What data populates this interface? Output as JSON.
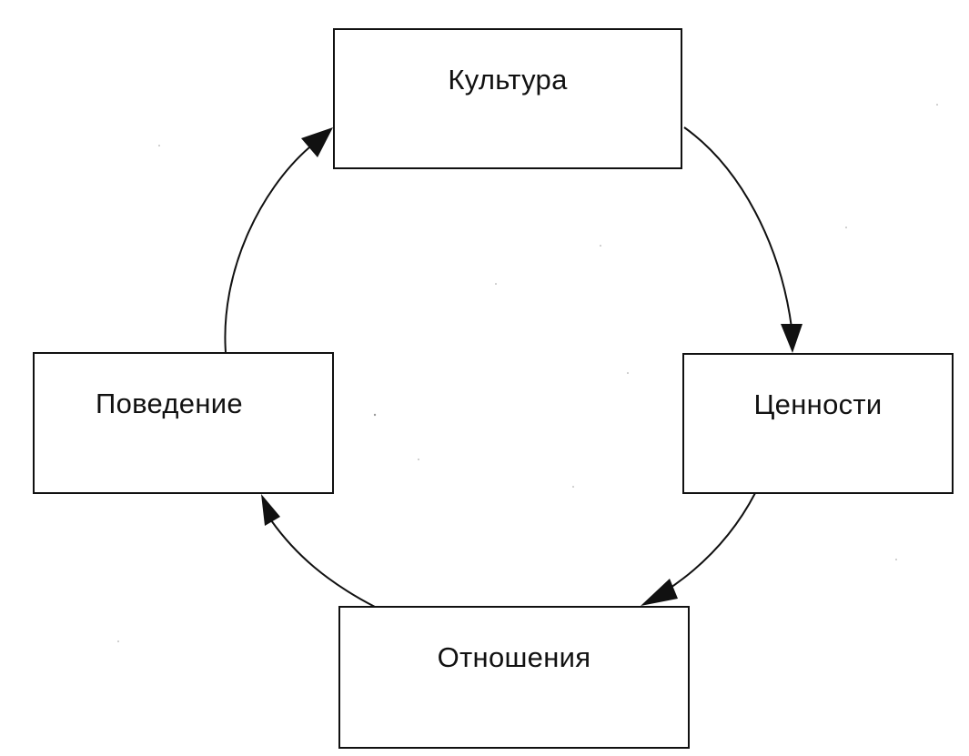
{
  "diagram": {
    "nodes": {
      "culture": {
        "label": "Культура"
      },
      "values": {
        "label": "Ценности"
      },
      "attitudes": {
        "label": "Отношения"
      },
      "behavior": {
        "label": "Поведение"
      }
    },
    "edges": [
      {
        "from": "culture",
        "to": "values"
      },
      {
        "from": "values",
        "to": "attitudes"
      },
      {
        "from": "attitudes",
        "to": "behavior"
      },
      {
        "from": "behavior",
        "to": "culture"
      }
    ],
    "line_color": "#111111"
  }
}
